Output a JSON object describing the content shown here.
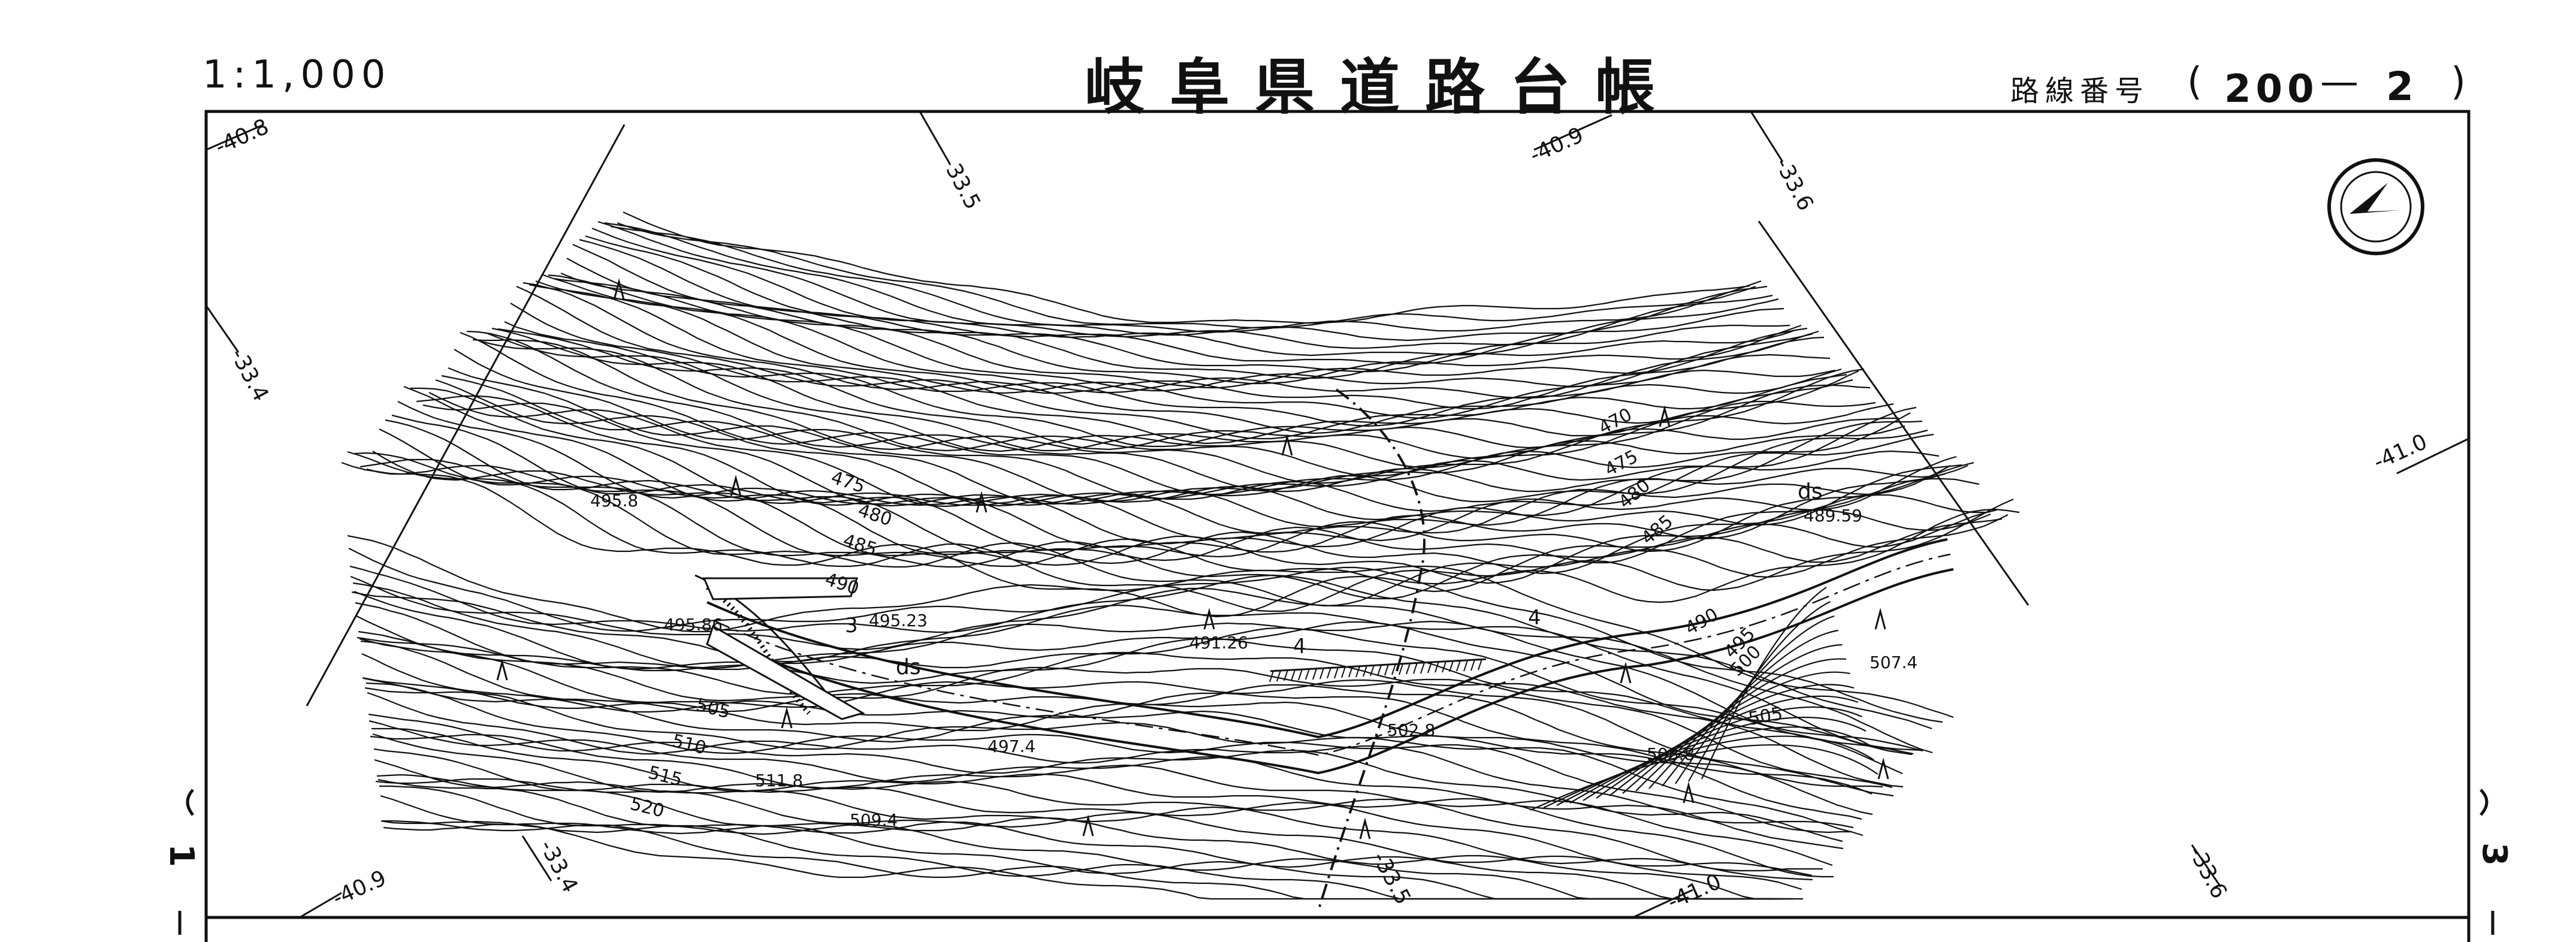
{
  "header": {
    "scale": "1:1,000",
    "title": "岐阜県道路台帳",
    "route_label": "路線番号",
    "route_open": "(",
    "route_number": "200",
    "route_dash": "—",
    "route_section": "2",
    "route_close": ")"
  },
  "sheet_numbers": {
    "left": "1",
    "right": "3"
  },
  "grid_labels": {
    "top_left": "-40.8",
    "top_a": "-33.5",
    "top_b": "-40.9",
    "top_c": "-33.6",
    "left_mid": "-33.4",
    "right_mid": "-41.0",
    "bottom_a": "-40.9",
    "bottom_b": "-33.4",
    "bottom_c": "-33.5",
    "bottom_d": "-41.0",
    "bottom_e": "-33.6"
  },
  "contour_labels": [
    "470",
    "475",
    "480",
    "485",
    "490",
    "505",
    "510",
    "515",
    "520",
    "475",
    "480",
    "485",
    "490",
    "495",
    "500",
    "505"
  ],
  "spot_heights": {
    "h4958": "495.8",
    "h49586": "495.86",
    "h49523": "495.23",
    "h49126": "491.26",
    "h4974": "497.4",
    "h5028": "502.8",
    "h5118": "511.8",
    "h5094": "509.4",
    "h5088": "508.8",
    "h5074": "507.4",
    "h48959": "489.59"
  },
  "map_marks": {
    "ds_a": "ds",
    "ds_b": "ds",
    "station_3": "3",
    "station_4": "4",
    "north_arrow": "north-arrow-icon"
  },
  "colors": {
    "ink": "#111111",
    "paper": "#ffffff"
  }
}
